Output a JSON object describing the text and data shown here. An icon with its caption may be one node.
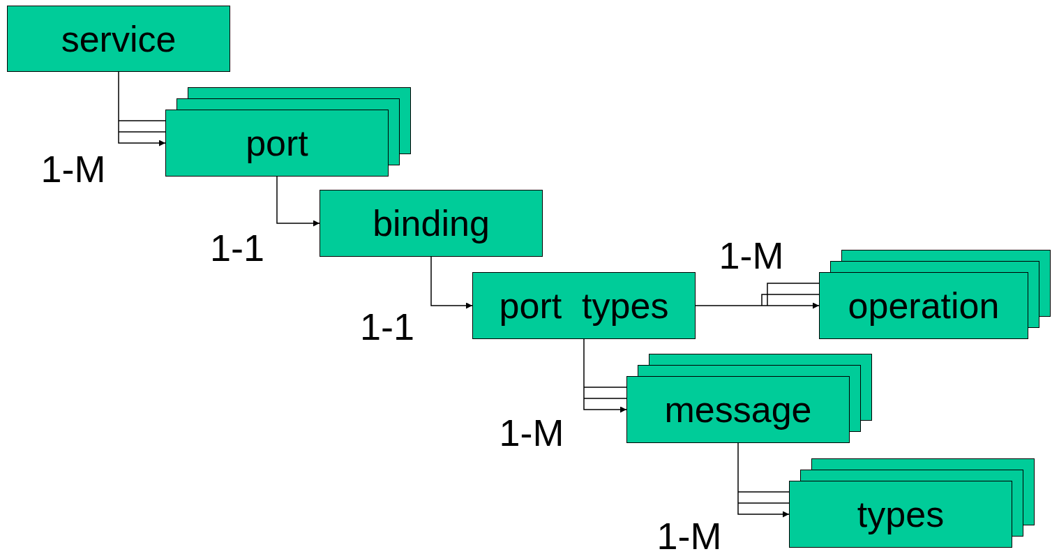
{
  "diagram": {
    "nodes": [
      {
        "text": [
          "service"
        ]
      },
      {
        "text": [
          "port"
        ]
      },
      {
        "text": [
          "binding"
        ]
      },
      {
        "text": [
          "port  types"
        ]
      },
      {
        "text": [
          "operation"
        ]
      },
      {
        "text": [
          "message"
        ]
      },
      {
        "text": [
          "types"
        ]
      }
    ],
    "edges": [
      {
        "from": 0,
        "to": 1,
        "arrow": "to",
        "label": "1-M"
      },
      {
        "from": 1,
        "to": 2,
        "arrow": "to",
        "label": "1-1"
      },
      {
        "from": 2,
        "to": 3,
        "arrow": "to",
        "label": "1-1"
      },
      {
        "from": 3,
        "to": 4,
        "arrow": "to",
        "label": "1-M"
      },
      {
        "from": 3,
        "to": 5,
        "arrow": "to",
        "label": "1-M"
      },
      {
        "from": 5,
        "to": 6,
        "arrow": "to",
        "label": "1-M"
      }
    ]
  }
}
